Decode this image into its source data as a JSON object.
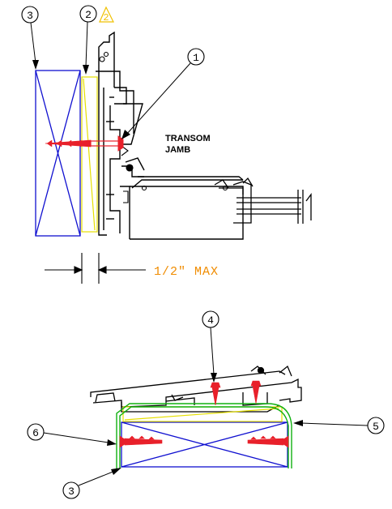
{
  "drawing": {
    "callouts": {
      "c1": "1",
      "c2": "2",
      "c3_top": "3",
      "c3_bottom": "3",
      "c4": "4",
      "c5": "5",
      "c6": "6"
    },
    "revision_marker": "2",
    "label_line1": "TRANSOM",
    "label_line2": "JAMB",
    "dimension_text": "1/2\"  MAX"
  },
  "colors": {
    "frame": "#000000",
    "wood_blocking": "#1010d0",
    "shim": "#e6e000",
    "fastener": "#e8202a",
    "sealant": "#10b010",
    "dimension": "#f08c00",
    "revision": "#f0c000"
  }
}
